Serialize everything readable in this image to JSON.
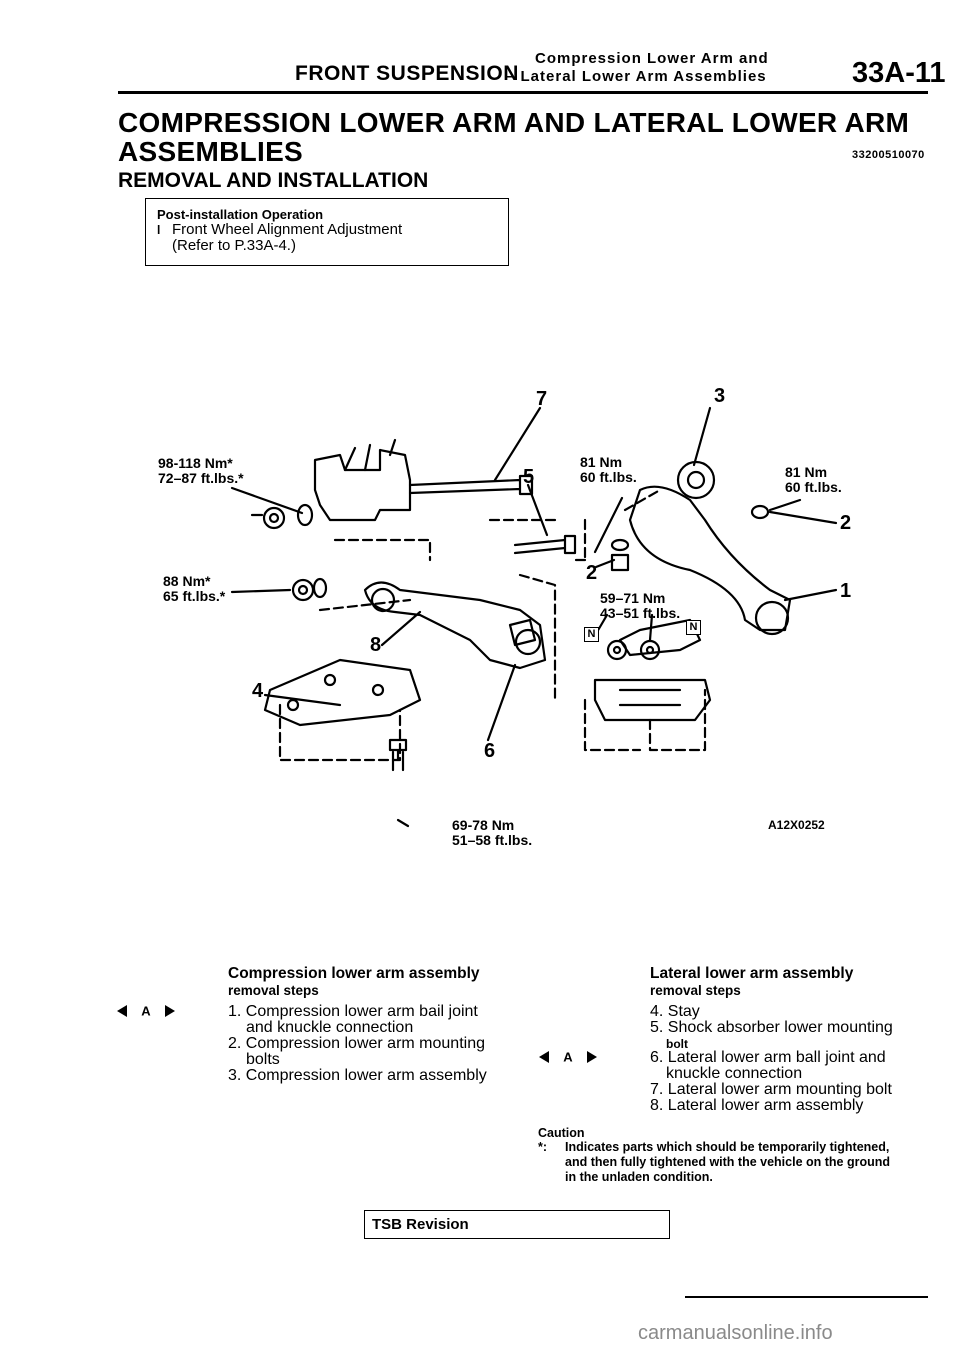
{
  "header": {
    "line1_text": "Compression Lower Arm and",
    "section": "FRONT SUSPENSION",
    "line2_text": "– Lateral Lower Arm Assemblies",
    "page_number": "33A-11"
  },
  "title": {
    "line1": "COMPRESSION LOWER ARM AND LATERAL LOWER ARM",
    "line2": "ASSEMBLIES",
    "doc_number": "33200510070",
    "subtitle": "REMOVAL AND INSTALLATION"
  },
  "post_install": {
    "heading": "Post-installation Operation",
    "bullet": "l",
    "item_line1": "Front Wheel Alignment Adjustment",
    "item_line2": "(Refer to P.33A-4.)"
  },
  "diagram": {
    "torque_left_top": [
      "98-118 Nm*",
      "72–87 ft.lbs.*"
    ],
    "torque_left_mid": [
      "88 Nm*",
      "65 ft.lbs.*"
    ],
    "torque_center_top": [
      "81 Nm",
      "60 ft.lbs."
    ],
    "torque_right_top": [
      "81 Nm",
      "60 ft.lbs."
    ],
    "torque_right_mid": [
      "59–71 Nm",
      "43–51 ft.lbs."
    ],
    "torque_bottom": [
      "69-78 Nm",
      "51–58 ft.lbs."
    ],
    "nut_mark": "N",
    "figure_code": "A12X0252",
    "callouts": [
      "1",
      "2",
      "2",
      "3",
      "4",
      "5",
      "6",
      "7",
      "8"
    ]
  },
  "left_column": {
    "heading_line1": "Compression lower arm assembly",
    "heading_line2": "removal steps",
    "marker": "A",
    "steps": [
      "1. Compression lower arm bail joint",
      "and knuckle connection",
      "2. Compression lower arm mounting",
      "bolts",
      "3. Compression lower arm assembly"
    ]
  },
  "right_column": {
    "heading_line1": "Lateral lower arm assembly",
    "heading_line2": "removal steps",
    "marker": "A",
    "steps": [
      "4. Stay",
      "5. Shock absorber lower mounting",
      "bolt",
      "6. Lateral lower arm ball joint and",
      "knuckle connection",
      "7. Lateral lower arm mounting bolt",
      "8. Lateral lower arm assembly"
    ]
  },
  "caution": {
    "heading": "Caution",
    "symbol": "*:",
    "line1": "Indicates parts which should be temporarily tightened,",
    "line2": "and then fully tightened with the vehicle on the ground",
    "line3": "in the unladen condition."
  },
  "footer_box": {
    "label": "TSB Revision"
  },
  "watermark": "carmanualsonline.info"
}
